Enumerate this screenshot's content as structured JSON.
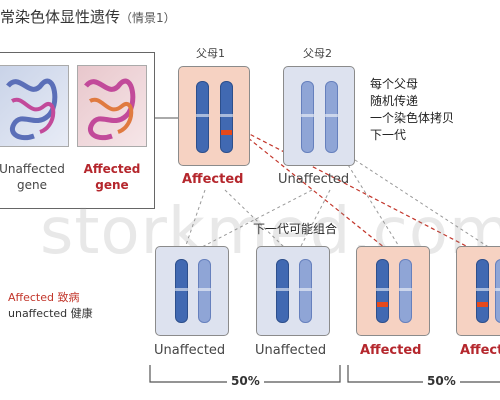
{
  "title": {
    "main": "常染色体显性遗传",
    "sub": "（情景1）"
  },
  "gene_panel": {
    "unaffected_label_1": "Unaffected",
    "unaffected_label_2": "gene",
    "affected_label_1": "Affected",
    "affected_label_2": "gene"
  },
  "parents": [
    {
      "name": "父母1",
      "status": "Affected"
    },
    {
      "name": "父母2",
      "status": "Unaffected"
    }
  ],
  "note_lines": [
    "每个父母",
    "随机传递",
    "一个染色体拷贝",
    "下一代"
  ],
  "combination_label": "下一代可能组合",
  "children": [
    {
      "status": "Unaffected"
    },
    {
      "status": "Unaffected"
    },
    {
      "status": "Affected"
    },
    {
      "status": "Affected"
    }
  ],
  "legend": {
    "affected": "Affected 致病",
    "unaffected": "unaffected 健康"
  },
  "percent_left": "50%",
  "percent_right": "50%",
  "watermark": "storkmed.com",
  "colors": {
    "affected_red": "#b5272d",
    "pink_panel": "#f6d2c2",
    "blue_panel": "#dde2ef",
    "chrom_dark": "#4169b2",
    "chrom_light": "#8fa5d6",
    "mutation": "#e5491d"
  }
}
